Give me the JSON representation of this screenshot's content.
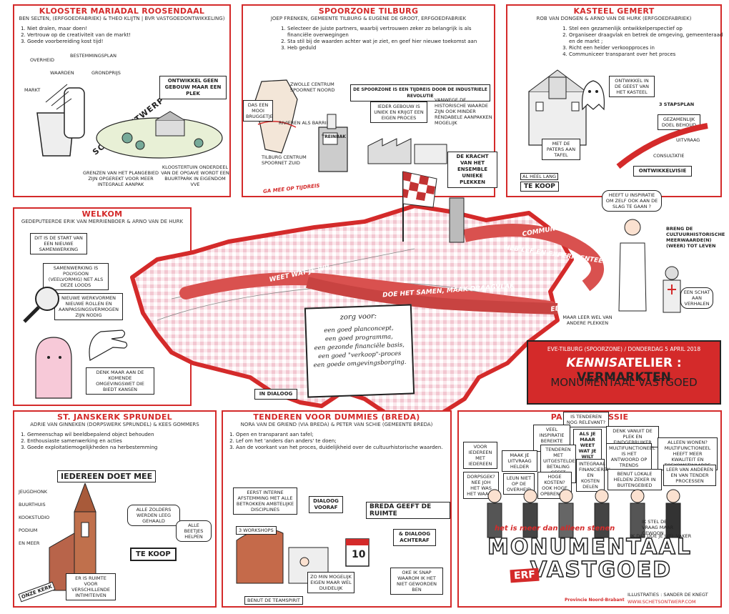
{
  "colors": {
    "accent": "#d42a2a",
    "ink": "#222222",
    "map_fill": "#f6d9df",
    "ribbon": "#d9514f"
  },
  "p1": {
    "title": "KLOOSTER MARIADAL ROOSENDAAL",
    "author": "BEN SELTEN, (ERFGOEDFABRIEK) & THEO KLIJTN | BVR VASTGOEDONTWIKKELING)",
    "items": [
      "Niet dralen, maar doen!",
      "Vertrouw op de creativiteit van de markt!",
      "Goede voorbereiding kost tijd!"
    ],
    "labels": {
      "overheid": "OVERHEID",
      "bestemmingsplan": "BESTEMMINGSPLAN",
      "waarden": "WAARDEN",
      "grondprijs": "GRONDPRIJS",
      "markt": "MARKT",
      "schetsontwerp": "SCHETSONTWERP",
      "grenzen": "GRENZEN VAN HET PLANGEBIED ZIJN OPGEREKT VOOR MEER INTEGRALE AANPAK",
      "kloostertuin": "KLOOSTERTUIN ONDERDEEL VAN DE OPGAVE WORDT EEN BUURTPARK IN EIGENDOM VVE",
      "ontwikkel": "ONTWIKKEL GEEN GEBOUW MAAR EEN PLEK"
    }
  },
  "p2": {
    "title": "SPOORZONE TILBURG",
    "author": "JOEP FRENKEN, GEMEENTE TILBURG & EUGÈNE DE GROOT, ERFGOEDFABRIEK",
    "items": [
      "Selecteer de juiste partners, waarbij vertrouwen zeker zo belangrijk is als financiële overwegingen",
      "Sta stil bij de waarden achter wat je ziet, en geef hier nieuwe toekomst aan",
      "Heb geduld"
    ],
    "labels": {
      "tijdreis": "DE SPOORZONE IS EEN TIJDREIS DOOR DE INDUSTRIELE REVOLUTIE",
      "dasmooi": "DAS EEN MOOI BRUGGETJE",
      "zwolle": "ZWOLLE CENTRUM SPOORNET NOORD",
      "rivieren": "RIVIEREN ALS BARRIERE",
      "tilburgc": "TILBURG CENTRUM SPOORNET ZUID",
      "iedergebouw": "IEDER GEBOUW IS UNIEK EN KRIJGT EEN EIGEN PROCES",
      "vanwege": "VANWEGE DE HISTORISCHE WAARDE ZIJN OOK MINDER RENDABELE AANPAKKEN MOGELIJK",
      "kracht": "DE KRACHT VAN HET ENSEMBLE UNIEKE PLEKKEN",
      "gamee": "GA MEE OP TIJDREIS",
      "treinlabel": "TREINBAK"
    }
  },
  "p3": {
    "title": "KASTEEL GEMERT",
    "author": "ROB VAN DONGEN & ARNO VAN DE HURK (ERFGOEDFABRIEK)",
    "items": [
      "Stel een gezamenlijk ontwikkelperspectief op",
      "Organiseer draagvlak en betrek de omgeving, gemeenteraad en de markt ;",
      "Richt een helder verkoopproces in",
      "Communiceer transparant over het proces"
    ],
    "labels": {
      "ontwikkel": "ONTWIKKEL IN DE GEEST VAN HET KASTEEL",
      "paters": "MET DE PATERS AAN TAFEL",
      "stappen": "3 STAPSPLAN",
      "gezamenlijk": "GEZAMENLIJK DOEL BEHOUD",
      "uitvraag": "UITVRAAG",
      "consultatie": "CONSULTATIE",
      "visie": "ONTWIKKELVISIE",
      "lang": "AL HEEL LANG",
      "tekoop": "TE KOOP"
    }
  },
  "p4": {
    "title": "WELKOM",
    "author": "GEDEPUTEERDE ERIK VAN MERRIENBOER & ARNO VAN DE HURK",
    "labels": {
      "start": "DIT IS DE START VAN EEN NIEUWE SAMENWERKING",
      "samenwerking": "SAMENWERKING IS POLYGOON (VEELVORMIG) NET ALS DEZE LOODS",
      "werkvormen": "NIEUWE WERKVORMEN NIEUWE ROLLEN EN AANPASSINGSVERMOGEN ZIJN NODIG",
      "omgevingswet": "DENK MAAR AAN DE KOMENDE OMGEVINGSWET DIE BIEDT KANSEN"
    }
  },
  "center": {
    "inspiratie": "HEEFT U INSPIRATIE OM ZELF OOK AAN DE SLAG TE GAAN ?",
    "brengde": "BRENG DE CULTUURHISTORISCHE MEERWAARDE(N) (WEER) TOT LEVEN",
    "schat": "EEN SCHAT AAN VERHALEN",
    "leer": "MAAR LEER WEL VAN ANDERE PLEKKEN",
    "ribbons": [
      "COMMUNICEER HELDER",
      "HEB LEF EN EXPERIMENTEER!",
      "WEET WAT JE WIL",
      "DOE HET SAMEN, MAAK DRAAGVLAK",
      "EEN PLEKEIGEN AANPAK"
    ],
    "zorgtitle": "zorg voor:",
    "zorg": [
      "een goed planconcept,",
      "een goed programma,",
      "een gezonde financiële basis,",
      "een goed \"verkoop\"-proces",
      "een goede omgevingsborging."
    ],
    "indialoog": "IN DIALOOG"
  },
  "event": {
    "line": "EVE-TILBURG (SPOORZONE) / DONDERDAG 5 APRIL 2018",
    "title_a": "KENNIS",
    "title_b": "ATELIER :",
    "title_c": "VERMARKTEN",
    "title_d": "MONUMENTAAL VASTGOED"
  },
  "p5": {
    "title": "ST. JANSKERK SPRUNDEL",
    "author": "ADRIE VAN GINNEKEN (DORPSWERK SPRUNDEL) & KEES GOMMERS",
    "items": [
      "Gemeenschap wil beeldbepalend object behouden",
      "Enthousiaste samenwerking en acties",
      "Goede exploitatiemogelijkheden na herbestemming"
    ],
    "labels": {
      "iedereen": "IEDEREEN DOET MEE",
      "jeugd": "JEUGDHONK",
      "buurthuis": "BUURTHUIS",
      "kook": "KOOKSTUDIO",
      "podium": "PODIUM",
      "enmeer": "EN MEER",
      "zolders": "ALLE ZOLDERS WERDEN LEEG GEHAALD",
      "beetjes": "ALLE BEETJES HELPEN",
      "tekoop": "TE KOOP",
      "ruimte": "ER IS RUIMTE VOOR VERSCHILLENDE INTIMITEIVEN",
      "onze": "ONZE KERK"
    }
  },
  "p6": {
    "title": "TENDEREN VOOR DUMMIES (BREDA)",
    "author": "NORA VAN DE GRIEND (VIA BREDA) & PETER VAN SCHIE (GEMEENTE BREDA)",
    "items": [
      "Open en transparant aan tafel;",
      "Lef om het 'anders dan anders' te doen;",
      "Aan de voorkant van het proces, duidelijkheid over de cultuurhistorische waarden."
    ],
    "labels": {
      "eerst": "EERST INTERNE AFSTEMMING MET ALLE BETROKKEN AMBTELIJKE DISCIPLINES",
      "workshops": "3 WORKSHOPS",
      "voorafd": "DIALOOG VOORAF",
      "breda": "BREDA GEEFT DE RUIMTE",
      "achteraf": "& DIALOOG ACHTERAF",
      "zomin": "ZO MIN MOGELIJK EIGEN MAAR WEL DUIDELIJK",
      "snap": "OKE IK SNAP WAAROM IK HET NIET GEWORDEN BEN",
      "benut": "BENUT DE TEAMSPIRIT",
      "ten": "10"
    }
  },
  "p7": {
    "title": "PANELDISCUSSIE",
    "labels": {
      "tenderen": "IS TENDEREN NOG RELEVANT?",
      "veel": "VEEL INSPIRATIE BEREIKTE REGELS",
      "als": "ALS JE MAAR WEET WAT JE WILT",
      "denk": "DENK VANUIT DE PLEK EN EINDGEBRUIKER",
      "voor": "VOOR IEDEREEN MET IEDEREEN",
      "maak": "MAAK JE UITVRAAG HELDER",
      "tenderen2": "TENDEREN MET UITGESTELDE BETALING GEEFT LUCHT",
      "multi": "MULTIFUNCTIONEEL IS HET ANTWOORD OP TRENDS",
      "alleen": "ALLEEN WONEN? MULTIFUNCTIONEEL HEEFT MEER KWALITEIT EN TOEKOMSTWAARDE",
      "dorp": "DORPSGEK? NEE JOH HET WAS HET WAARD",
      "leun": "LEUN NIET OP DE OVERHEID",
      "hoge": "HOGE KOSTEN? OOK HOGE OPBRENGST",
      "integraal": "INTEGRAAL FINANCIEREN EN KOSTEN DELEN",
      "benut": "BENUT LOKALE HELDEN ZEKER IN BUITENGEBIED",
      "leer": "LEER VAN ANDEREN EN VAN TENDER PROCESSEN",
      "stel": "IK STEL DE VRAAG MAAR GEWOON",
      "ikdat": "IK DAT DOE JE WEL VAKER"
    },
    "tagline": "het is meer dan alleen stenen",
    "big1": "MONUMENTAAL",
    "big2": "VASTGOED",
    "erf": "ERF",
    "credit": "ILLUSTRATIES : SANDER DE KNEGT",
    "site": "WWW.SCHETSONTWERP.COM",
    "province": "Provincie Noord-Brabant"
  }
}
